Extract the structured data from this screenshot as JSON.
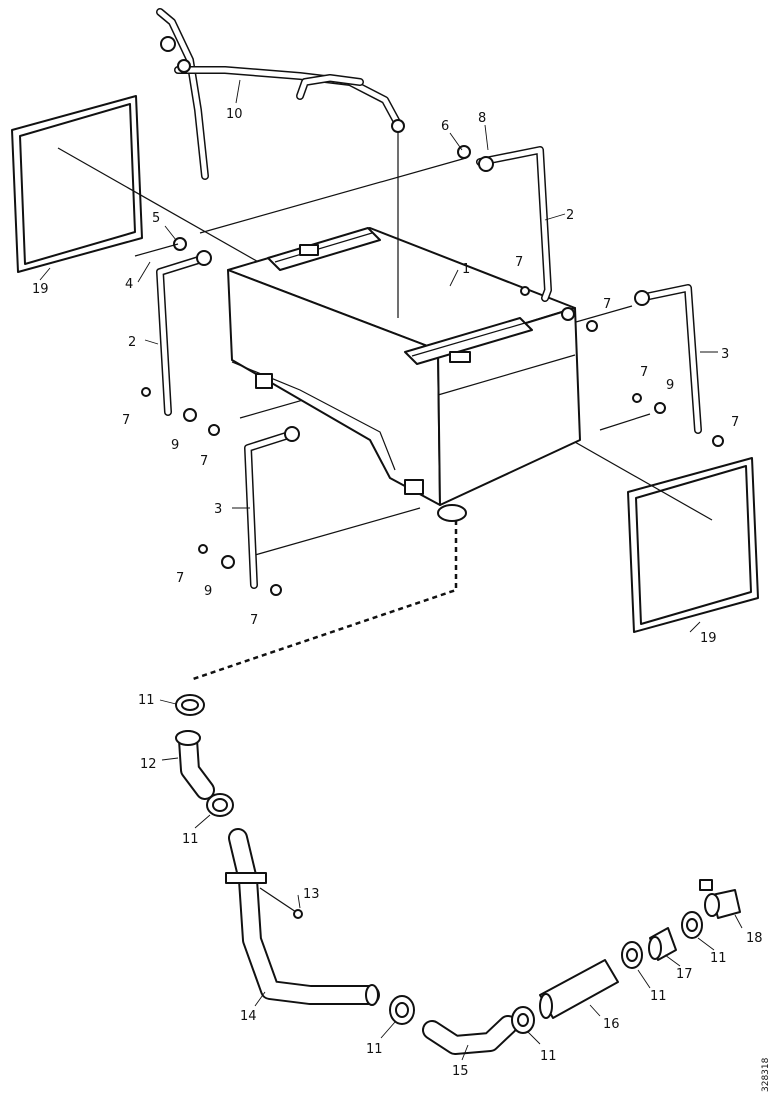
{
  "diagram": {
    "type": "exploded-parts-view",
    "callouts": {
      "c1": "1",
      "c2a": "2",
      "c2b": "2",
      "c3a": "3",
      "c3b": "3",
      "c4": "4",
      "c5": "5",
      "c6": "6",
      "c7a": "7",
      "c7b": "7",
      "c7c": "7",
      "c7d": "7",
      "c7e": "7",
      "c7f": "7",
      "c7g": "7",
      "c7h": "7",
      "c8": "8",
      "c9a": "9",
      "c9b": "9",
      "c9c": "9",
      "c10": "10",
      "c11a": "11",
      "c11b": "11",
      "c11c": "11",
      "c11d": "11",
      "c11e": "11",
      "c11f": "11",
      "c12": "12",
      "c13": "13",
      "c14": "14",
      "c15": "15",
      "c16": "16",
      "c17": "17",
      "c18": "18",
      "c19a": "19",
      "c19b": "19"
    },
    "doc_id": "328318"
  }
}
